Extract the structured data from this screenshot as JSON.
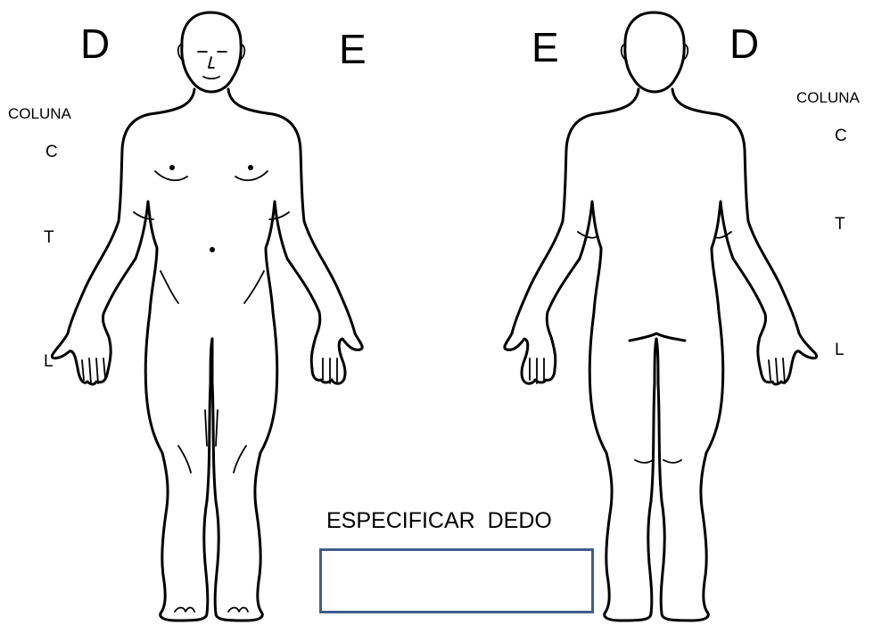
{
  "front": {
    "right_marker": "D",
    "left_marker": "E",
    "spine_heading": "COLUNA",
    "spine_levels": [
      "C",
      "T",
      "L"
    ]
  },
  "back": {
    "left_marker": "E",
    "right_marker": "D",
    "spine_heading": "COLUNA",
    "spine_levels": [
      "C",
      "T",
      "L"
    ]
  },
  "finger_field": {
    "label": "ESPECIFICAR  DEDO",
    "value": "",
    "border_color": "#3f5e8a"
  }
}
